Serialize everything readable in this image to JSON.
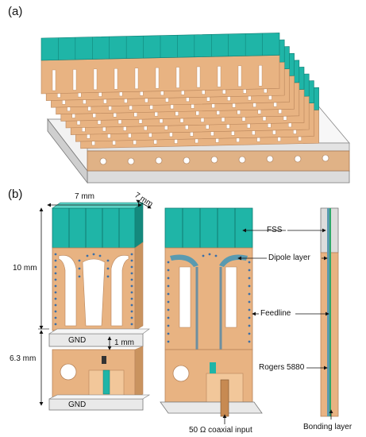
{
  "panel_a": {
    "label": "(a)"
  },
  "panel_b": {
    "label": "(b)"
  },
  "dimensions": {
    "width_top": "7 mm",
    "depth": "7 mm",
    "upper_height": "10 mm",
    "lower_height": "6.3 mm",
    "gap": "1 mm"
  },
  "labels": {
    "gnd_top": "GND",
    "gnd_bottom": "GND",
    "fss": "FSS",
    "dipole_layer": "Dipole layer",
    "feedline": "Feedline",
    "substrate": "Rogers 5880",
    "bonding": "Bonding layer",
    "coax": "50 Ω coaxial input"
  },
  "colors": {
    "fss_fill": "#1fb5a7",
    "fss_stroke": "#0f7d72",
    "substrate": "#e8b382",
    "substrate_edge": "#b8845a",
    "via": "#3b6fa8",
    "gnd": "#e9e9e9"
  }
}
